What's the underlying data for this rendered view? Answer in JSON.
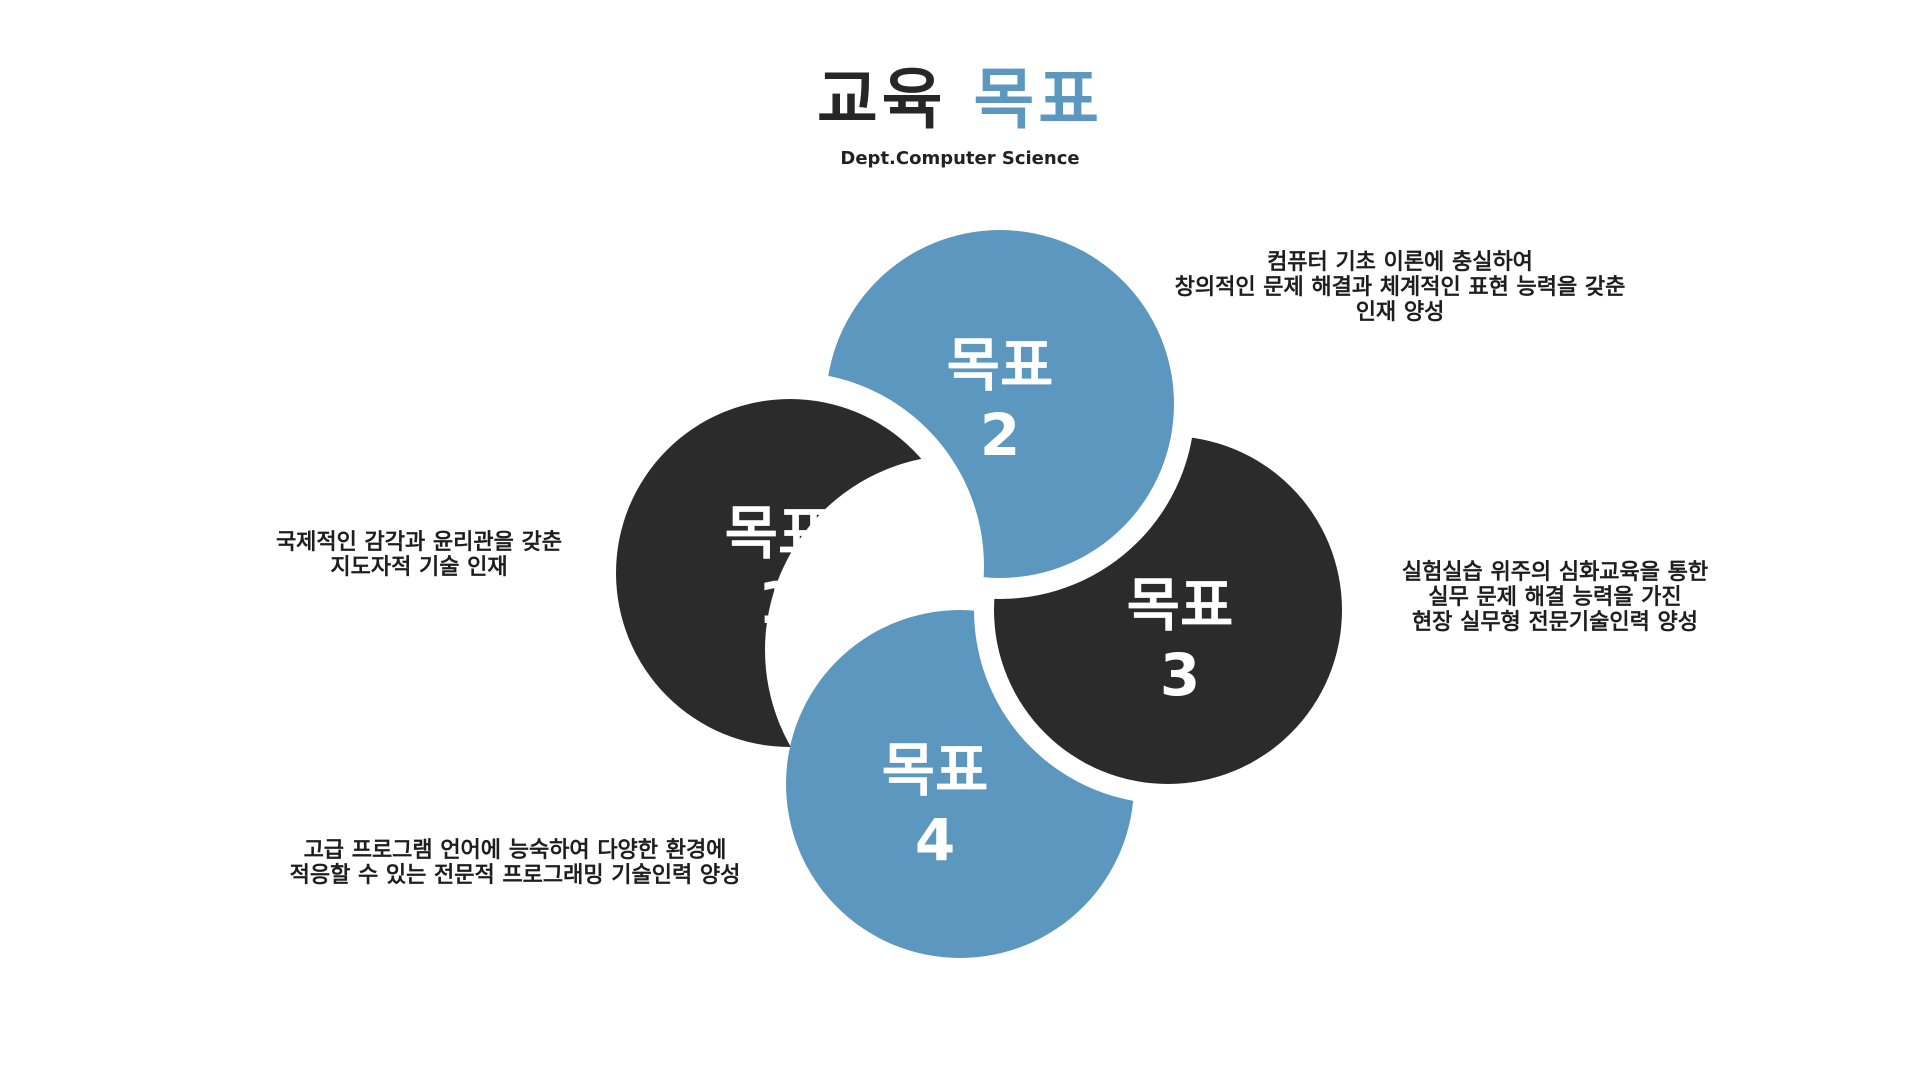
{
  "header": {
    "title_part1": "교육",
    "title_part2": "목표",
    "subtitle": "Dept.Computer Science"
  },
  "colors": {
    "dark": "#2b2b2b",
    "blue": "#5b97bf",
    "text": "#1e1e1e"
  },
  "goals": [
    {
      "label_line1": "목표",
      "label_line2": "1",
      "desc": [
        "국제적인 감각과 윤리관을 갖춘",
        "지도자적 기술 인재"
      ]
    },
    {
      "label_line1": "목표",
      "label_line2": "2",
      "desc": [
        "컴퓨터 기초 이론에 충실하여",
        "창의적인 문제 해결과 체계적인 표현 능력을 갖춘",
        "인재 양성"
      ]
    },
    {
      "label_line1": "목표",
      "label_line2": "3",
      "desc": [
        "실험실습 위주의 심화교육을 통한",
        "실무 문제 해결 능력을 가진",
        "현장 실무형 전문기술인력 양성"
      ]
    },
    {
      "label_line1": "목표",
      "label_line2": "4",
      "desc": [
        "고급 프로그램 언어에 능숙하여 다양한 환경에",
        "적응할 수 있는 전문적 프로그래밍 기술인력 양성"
      ]
    }
  ]
}
